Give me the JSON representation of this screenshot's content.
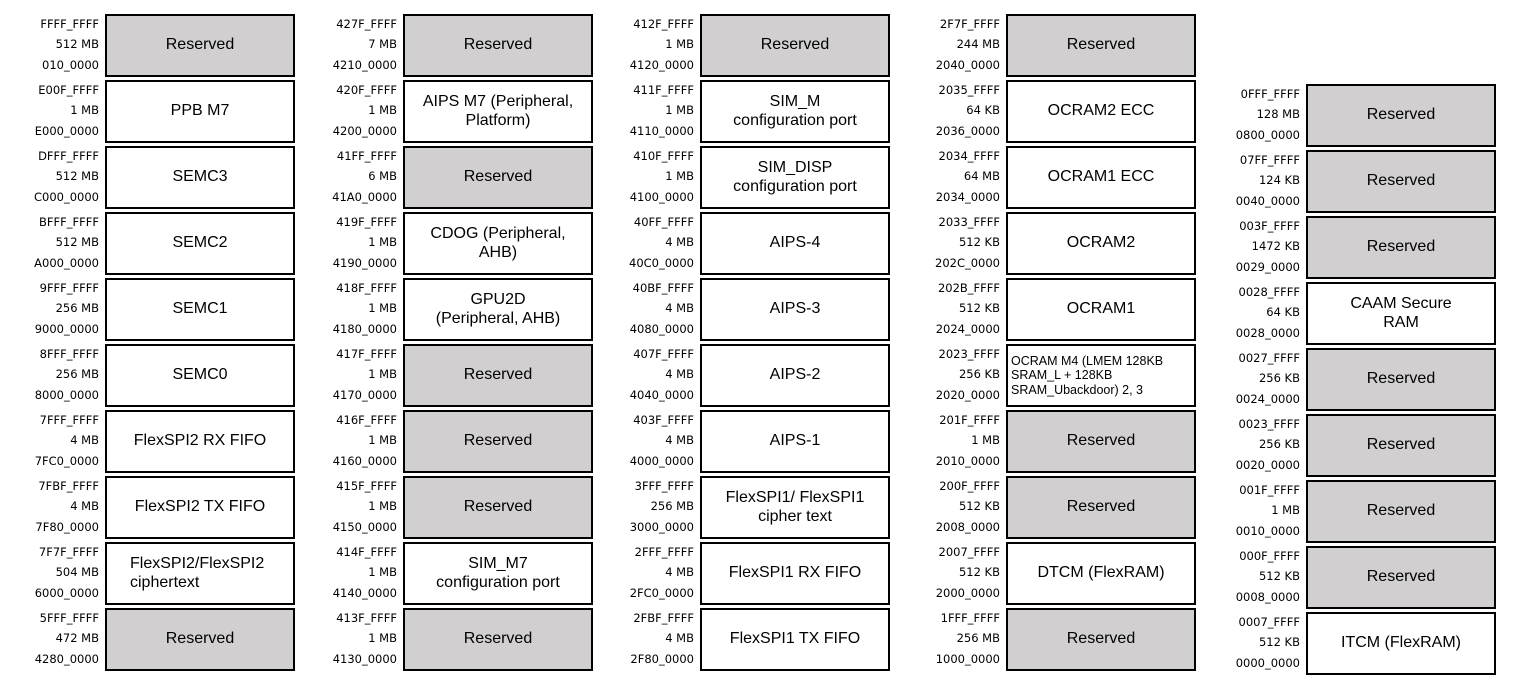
{
  "colors": {
    "reserved_fill": "#d1cfcf",
    "region_fill": "#ffffff",
    "border": "#000000",
    "text": "#000000"
  },
  "diagram": {
    "columns": [
      {
        "blocks": [
          {
            "end_address": "FFFF_FFFF",
            "size": "512 MB",
            "start_address": "010_0000",
            "label": "Reserved",
            "reserved": true
          },
          {
            "end_address": "E00F_FFFF",
            "size": "1 MB",
            "start_address": "E000_0000",
            "label": "PPB M7"
          },
          {
            "end_address": "DFFF_FFFF",
            "size": "512 MB",
            "start_address": "C000_0000",
            "label": "SEMC3"
          },
          {
            "end_address": "BFFF_FFFF",
            "size": "512 MB",
            "start_address": "A000_0000",
            "label": "SEMC2"
          },
          {
            "end_address": "9FFF_FFFF",
            "size": "256 MB",
            "start_address": "9000_0000",
            "label": "SEMC1"
          },
          {
            "end_address": "8FFF_FFFF",
            "size": "256 MB",
            "start_address": "8000_0000",
            "label": "SEMC0"
          },
          {
            "end_address": "7FFF_FFFF",
            "size": "4 MB",
            "start_address": "7FC0_0000",
            "label": "FlexSPI2 RX FIFO"
          },
          {
            "end_address": "7FBF_FFFF",
            "size": "4 MB",
            "start_address": "7F80_0000",
            "label": "FlexSPI2 TX FIFO"
          },
          {
            "end_address": "7F7F_FFFF",
            "size": "504 MB",
            "start_address": "6000_0000",
            "label": "FlexSPI2/FlexSPI2\nciphertext",
            "align": "left"
          },
          {
            "end_address": "5FFF_FFFF",
            "size": "472 MB",
            "start_address": "4280_0000",
            "label": "Reserved",
            "reserved": true
          }
        ]
      },
      {
        "blocks": [
          {
            "end_address": "427F_FFFF",
            "size": "7 MB",
            "start_address": "4210_0000",
            "label": "Reserved",
            "reserved": true
          },
          {
            "end_address": "420F_FFFF",
            "size": "1 MB",
            "start_address": "4200_0000",
            "label": "AIPS M7 (Peripheral,\nPlatform)"
          },
          {
            "end_address": "41FF_FFFF",
            "size": "6 MB",
            "start_address": "41A0_0000",
            "label": "Reserved",
            "reserved": true
          },
          {
            "end_address": "419F_FFFF",
            "size": "1 MB",
            "start_address": "4190_0000",
            "label": "CDOG (Peripheral,\nAHB)"
          },
          {
            "end_address": "418F_FFFF",
            "size": "1 MB",
            "start_address": "4180_0000",
            "label": "GPU2D\n(Peripheral, AHB)"
          },
          {
            "end_address": "417F_FFFF",
            "size": "1 MB",
            "start_address": "4170_0000",
            "label": "Reserved",
            "reserved": true
          },
          {
            "end_address": "416F_FFFF",
            "size": "1 MB",
            "start_address": "4160_0000",
            "label": "Reserved",
            "reserved": true
          },
          {
            "end_address": "415F_FFFF",
            "size": "1 MB",
            "start_address": "4150_0000",
            "label": "Reserved",
            "reserved": true
          },
          {
            "end_address": "414F_FFFF",
            "size": "1 MB",
            "start_address": "4140_0000",
            "label": "SIM_M7\nconfiguration port"
          },
          {
            "end_address": "413F_FFFF",
            "size": "1 MB",
            "start_address": "4130_0000",
            "label": "Reserved",
            "reserved": true
          }
        ]
      },
      {
        "blocks": [
          {
            "end_address": "412F_FFFF",
            "size": "1 MB",
            "start_address": "4120_0000",
            "label": "Reserved",
            "reserved": true
          },
          {
            "end_address": "411F_FFFF",
            "size": "1 MB",
            "start_address": "4110_0000",
            "label": "SIM_M\nconfiguration port"
          },
          {
            "end_address": "410F_FFFF",
            "size": "1 MB",
            "start_address": "4100_0000",
            "label": "SIM_DISP\nconfiguration port"
          },
          {
            "end_address": "40FF_FFFF",
            "size": "4 MB",
            "start_address": "40C0_0000",
            "label": "AIPS-4"
          },
          {
            "end_address": "40BF_FFFF",
            "size": "4 MB",
            "start_address": "4080_0000",
            "label": "AIPS-3"
          },
          {
            "end_address": "407F_FFFF",
            "size": "4 MB",
            "start_address": "4040_0000",
            "label": "AIPS-2"
          },
          {
            "end_address": "403F_FFFF",
            "size": "4 MB",
            "start_address": "4000_0000",
            "label": "AIPS-1"
          },
          {
            "end_address": "3FFF_FFFF",
            "size": "256 MB",
            "start_address": "3000_0000",
            "label": "FlexSPI1/ FlexSPI1\ncipher text"
          },
          {
            "end_address": "2FFF_FFFF",
            "size": "4 MB",
            "start_address": "2FC0_0000",
            "label": "FlexSPI1 RX FIFO"
          },
          {
            "end_address": "2FBF_FFFF",
            "size": "4 MB",
            "start_address": "2F80_0000",
            "label": "FlexSPI1 TX FIFO"
          }
        ]
      },
      {
        "blocks": [
          {
            "end_address": "2F7F_FFFF",
            "size": "244 MB",
            "start_address": "2040_0000",
            "label": "Reserved",
            "reserved": true
          },
          {
            "end_address": "2035_FFFF",
            "size": "64 KB",
            "start_address": "2036_0000",
            "label": "OCRAM2 ECC"
          },
          {
            "end_address": "2034_FFFF",
            "size": "64 MB",
            "start_address": "2034_0000",
            "label": "OCRAM1 ECC"
          },
          {
            "end_address": "2033_FFFF",
            "size": "512 KB",
            "start_address": "202C_0000",
            "label": "OCRAM2"
          },
          {
            "end_address": "202B_FFFF",
            "size": "512 KB",
            "start_address": "2024_0000",
            "label": "OCRAM1"
          },
          {
            "end_address": "2023_FFFF",
            "size": "256 KB",
            "start_address": "2020_0000",
            "label": "OCRAM M4 (LMEM 128KB\nSRAM_L + 128KB\nSRAM_Ubackdoor) 2, 3",
            "align": "small-left"
          },
          {
            "end_address": "201F_FFFF",
            "size": "1 MB",
            "start_address": "2010_0000",
            "label": "Reserved",
            "reserved": true
          },
          {
            "end_address": "200F_FFFF",
            "size": "512 KB",
            "start_address": "2008_0000",
            "label": "Reserved",
            "reserved": true
          },
          {
            "end_address": "2007_FFFF",
            "size": "512 KB",
            "start_address": "2000_0000",
            "label": "DTCM (FlexRAM)"
          },
          {
            "end_address": "1FFF_FFFF",
            "size": "256 MB",
            "start_address": "1000_0000",
            "label": "Reserved",
            "reserved": true
          }
        ]
      },
      {
        "blocks": [
          {
            "end_address": "0FFF_FFFF",
            "size": "128 MB",
            "start_address": "0800_0000",
            "label": "Reserved",
            "reserved": true
          },
          {
            "end_address": "07FF_FFFF",
            "size": "124 KB",
            "start_address": "0040_0000",
            "label": "Reserved",
            "reserved": true
          },
          {
            "end_address": "003F_FFFF",
            "size": "1472 KB",
            "start_address": "0029_0000",
            "label": "Reserved",
            "reserved": true
          },
          {
            "end_address": "0028_FFFF",
            "size": "64 KB",
            "start_address": "0028_0000",
            "label": "CAAM Secure\nRAM"
          },
          {
            "end_address": "0027_FFFF",
            "size": "256 KB",
            "start_address": "0024_0000",
            "label": "Reserved",
            "reserved": true
          },
          {
            "end_address": "0023_FFFF",
            "size": "256 KB",
            "start_address": "0020_0000",
            "label": "Reserved",
            "reserved": true
          },
          {
            "end_address": "001F_FFFF",
            "size": "1 MB",
            "start_address": "0010_0000",
            "label": "Reserved",
            "reserved": true
          },
          {
            "end_address": "000F_FFFF",
            "size": "512 KB",
            "start_address": "0008_0000",
            "label": "Reserved",
            "reserved": true
          },
          {
            "end_address": "0007_FFFF",
            "size": "512 KB",
            "start_address": "0000_0000",
            "label": "ITCM (FlexRAM)"
          }
        ]
      }
    ]
  }
}
